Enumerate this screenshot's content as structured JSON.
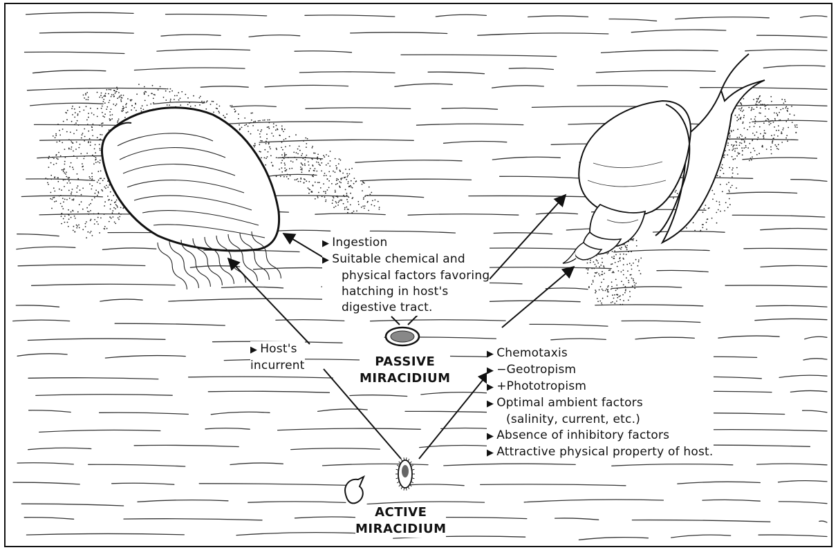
{
  "passive_stage": {
    "line1": "PASSIVE",
    "line2": "MIRACIDIUM",
    "factors": [
      "Ingestion",
      "Suitable chemical and",
      "physical factors favoring",
      "hatching in host's",
      "digestive tract."
    ]
  },
  "active_stage": {
    "line1": "ACTIVE",
    "line2": "MIRACIDIUM",
    "to_clam": [
      "Host's",
      "incurrent"
    ],
    "to_snail": [
      "Chemotaxis",
      "−Geotropism",
      "+Phototropism",
      "Optimal ambient factors",
      "(salinity, current, etc.)",
      "Absence of inhibitory factors",
      "Attractive physical property of host."
    ]
  },
  "bullet_glyph": "▶",
  "illustrations": [
    "clam-host",
    "snail-host",
    "water-lines",
    "egg",
    "hatched-egg",
    "miracidium-larva"
  ]
}
